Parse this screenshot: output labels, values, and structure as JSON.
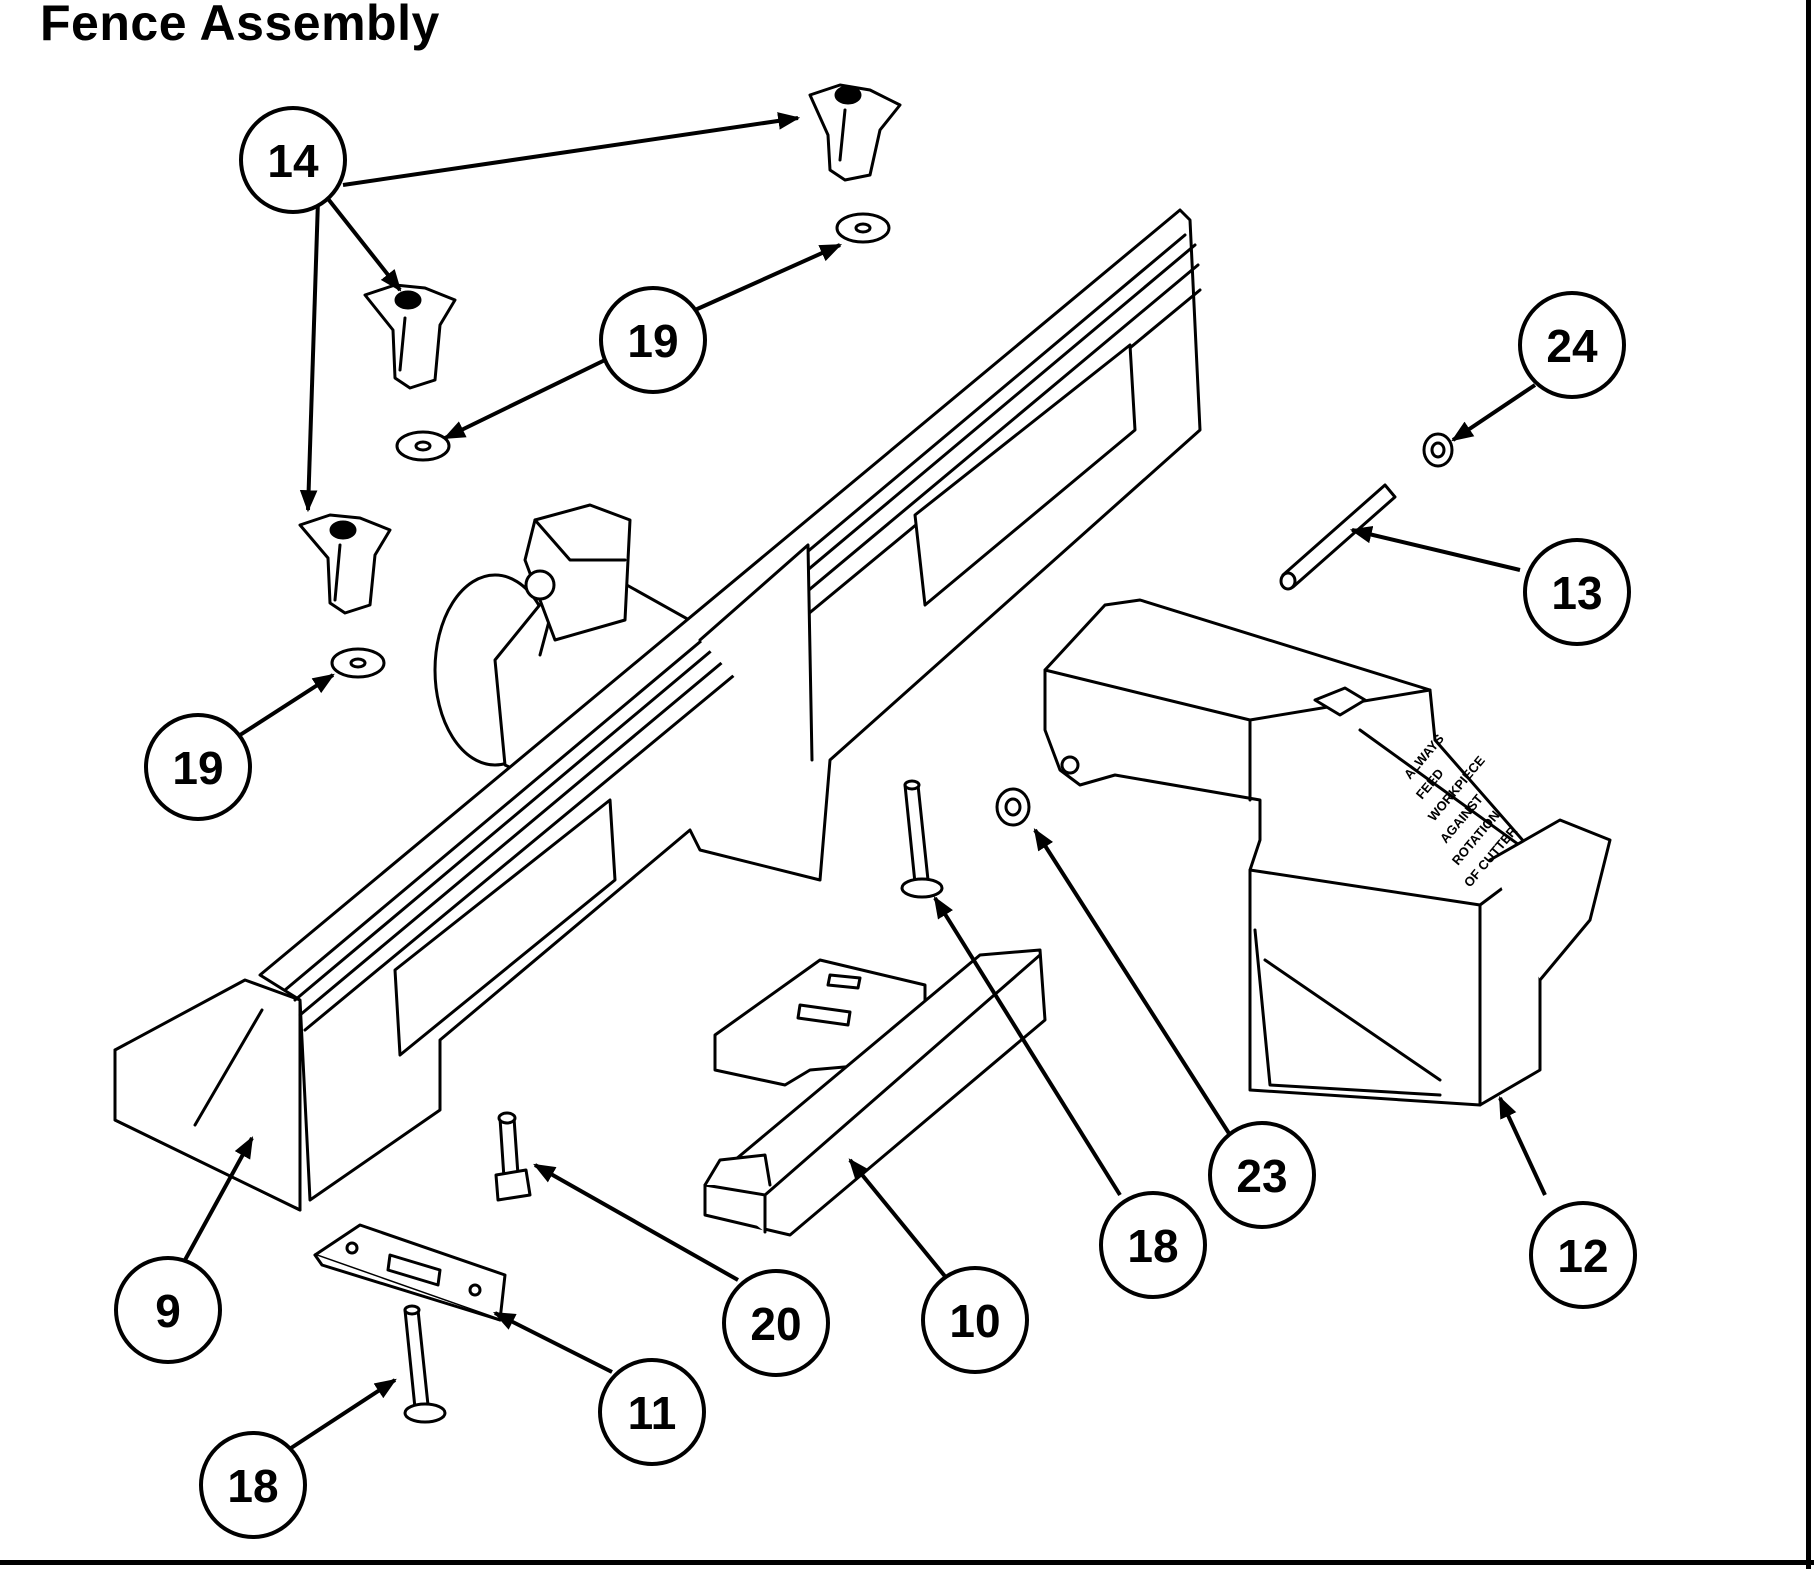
{
  "title": "Fence Assembly",
  "colors": {
    "line": "#000000",
    "paper": "#ffffff",
    "shade": "#e6e6e6"
  },
  "callouts": {
    "c14": "14",
    "c19a": "19",
    "c19b": "19",
    "c24": "24",
    "c13": "13",
    "c9": "9",
    "c20": "20",
    "c10": "10",
    "c11": "11",
    "c18a": "18",
    "c18b": "18",
    "c23": "23",
    "c12": "12"
  },
  "guard_label": [
    "ALWAYS",
    "FEED",
    "WORKPIECE",
    "AGAINST",
    "ROTATION",
    "OF CUTTER"
  ]
}
